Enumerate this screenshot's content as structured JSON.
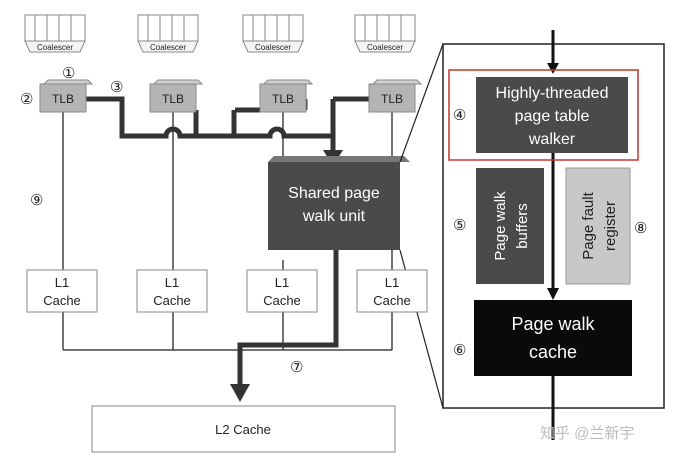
{
  "coalescer_label": "Coalescer",
  "tlb_label": "TLB",
  "l1_line1": "L1",
  "l1_line2": "Cache",
  "l2_label": "L2 Cache",
  "shared_walk": {
    "line1": "Shared page",
    "line2": "walk unit"
  },
  "walker": {
    "line1": "Highly-threaded",
    "line2": "page table",
    "line3": "walker"
  },
  "walk_buffers": {
    "line1": "Page walk",
    "line2": "buffers"
  },
  "fault_register": {
    "line1": "Page fault",
    "line2": "register"
  },
  "walk_cache": {
    "line1": "Page walk",
    "line2": "cache"
  },
  "markers": {
    "m1": "①",
    "m2": "②",
    "m3": "③",
    "m4": "④",
    "m5": "⑤",
    "m6": "⑥",
    "m7": "⑦",
    "m8": "⑧",
    "m9": "⑨"
  },
  "watermark": "知乎 @兰新宇",
  "colors": {
    "dark_box": "#4a4a4a",
    "black_box": "#0a0a0a",
    "light_gray_box": "#c8c8c8",
    "tlb_box": "#b4b4b4",
    "highlight_border": "#c0392b"
  }
}
